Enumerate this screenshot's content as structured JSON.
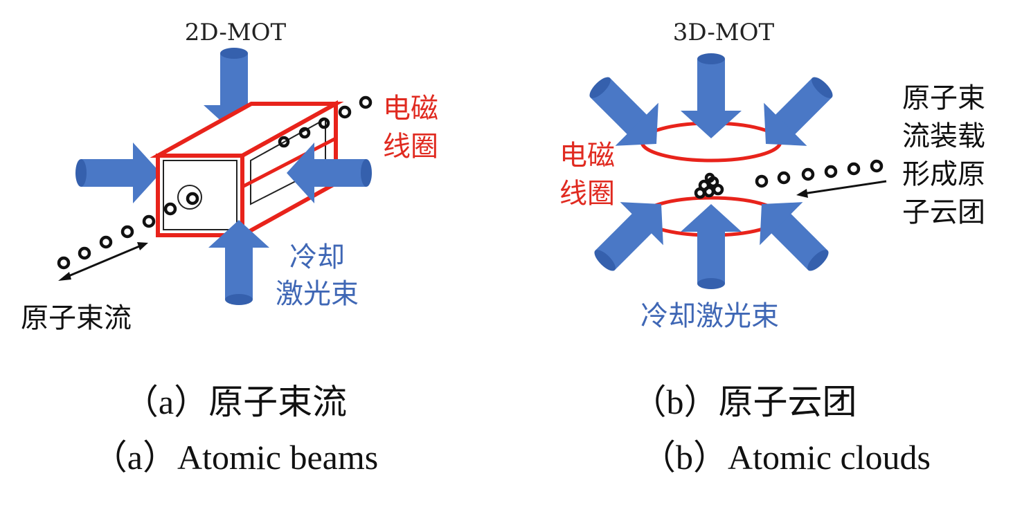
{
  "panel_a": {
    "title": "2D-MOT",
    "coil_label": [
      "电磁",
      "线圈"
    ],
    "laser_label": [
      "冷却",
      "激光束"
    ],
    "beam_label": "原子束流",
    "caption_zh": "（a）原子束流",
    "caption_en": "（a）Atomic beams"
  },
  "panel_b": {
    "title": "3D-MOT",
    "coil_label": [
      "电磁",
      "线圈"
    ],
    "loading_label": [
      "原子束",
      "流装载",
      "形成原",
      "子云团"
    ],
    "laser_label": "冷却激光束",
    "caption_zh": "（b）原子云团",
    "caption_en": "（b）Atomic clouds"
  },
  "colors": {
    "laser": "#4472c4",
    "coil": "#e8231b",
    "coil_text": "#e02a20",
    "laser_text": "#3f67b5"
  }
}
